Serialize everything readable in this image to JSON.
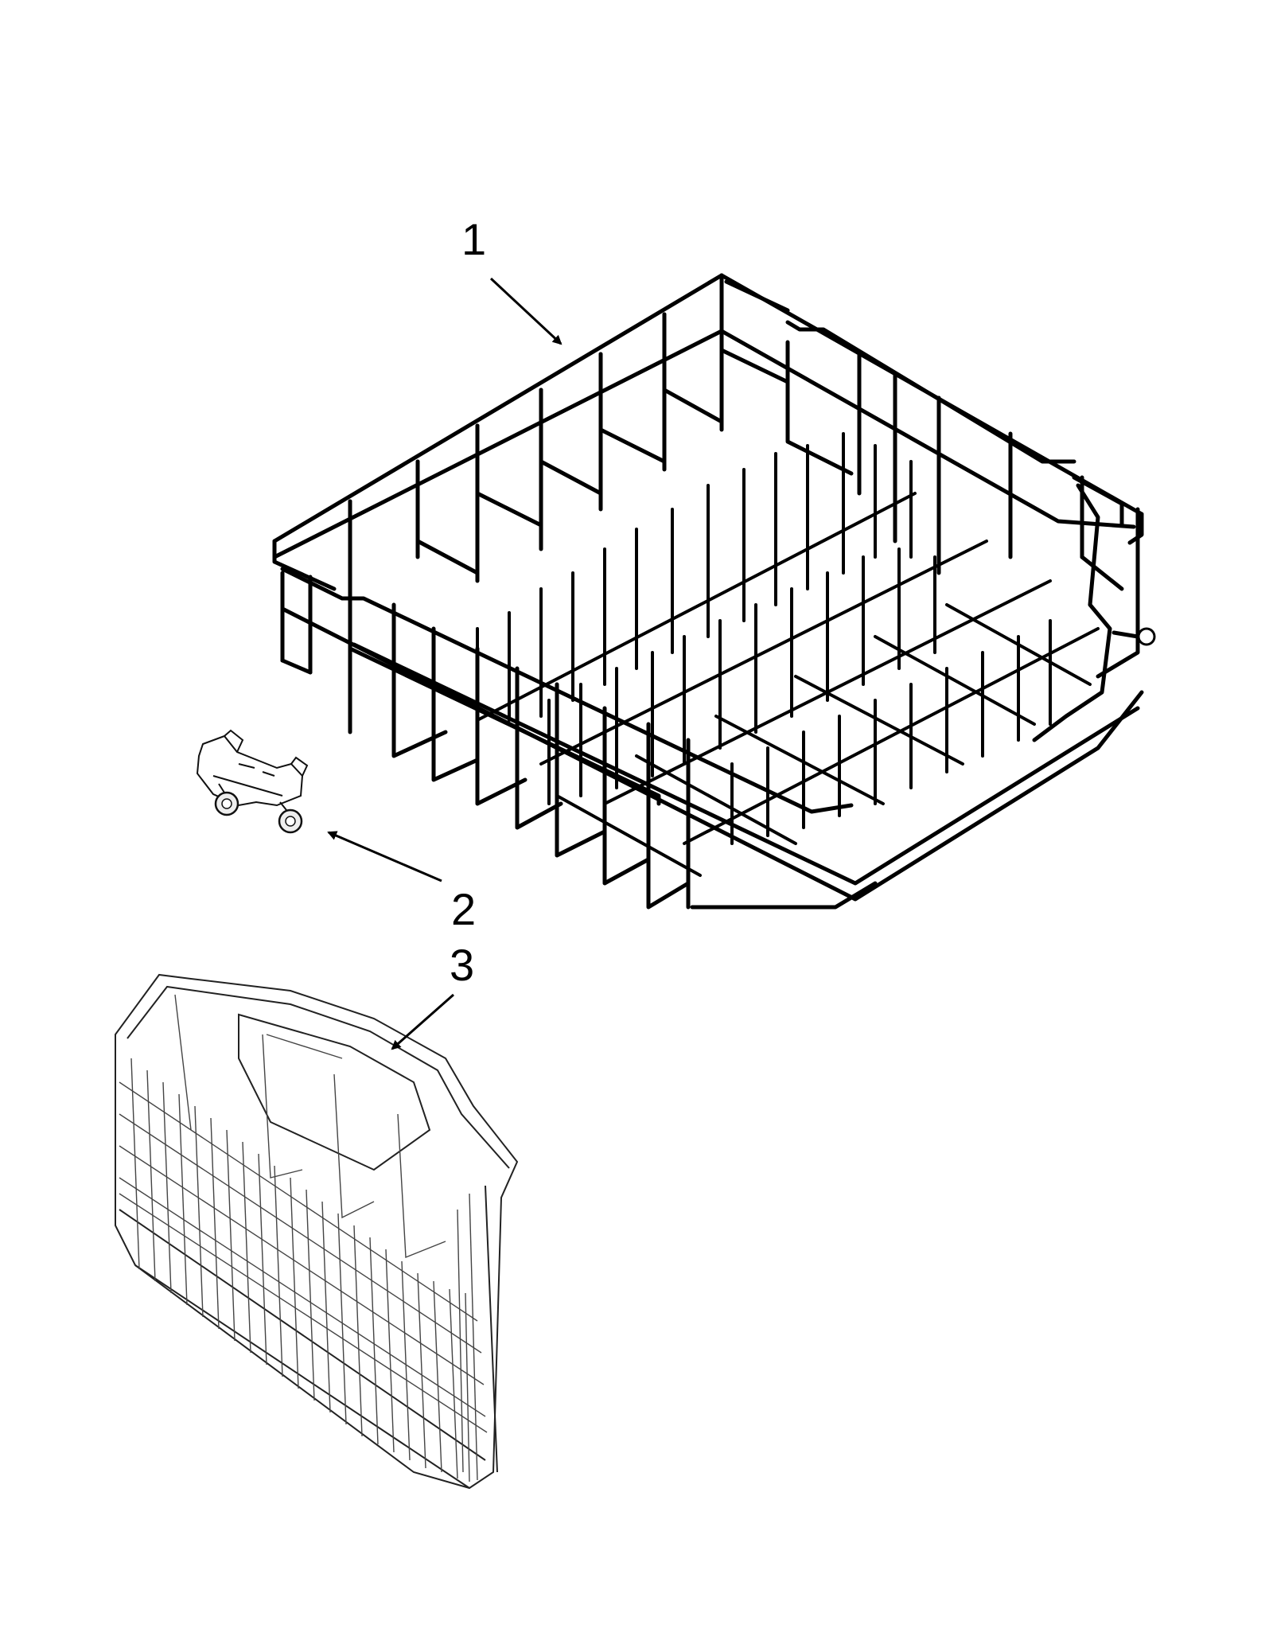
{
  "callouts": [
    {
      "id": "1",
      "label": "1"
    },
    {
      "id": "2",
      "label": "2"
    },
    {
      "id": "3",
      "label": "3"
    }
  ],
  "parts": [
    {
      "callout": "1",
      "icon": "dishrack-wire-icon"
    },
    {
      "callout": "2",
      "icon": "rack-roller-icon"
    },
    {
      "callout": "3",
      "icon": "silverware-basket-icon"
    }
  ],
  "colors": {
    "line": "#000000",
    "background": "#ffffff"
  }
}
